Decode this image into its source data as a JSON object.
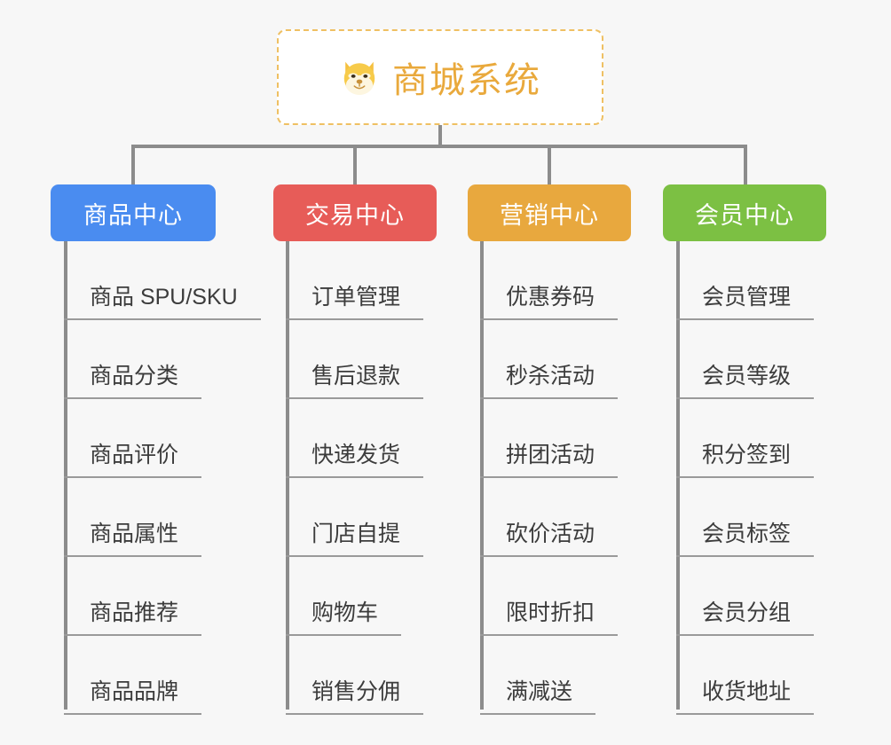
{
  "page": {
    "background_color": "#f7f7f7",
    "line_color": "#8c8c8c"
  },
  "root": {
    "icon": "shiba-dog-face-icon",
    "title": "商城系统",
    "title_color": "#e9a93c",
    "border_color": "#efc063",
    "background_color": "#ffffff"
  },
  "branches": [
    {
      "label": "商品中心",
      "color": "#4a8cf0",
      "items": [
        "商品 SPU/SKU",
        "商品分类",
        "商品评价",
        "商品属性",
        "商品推荐",
        "商品品牌"
      ]
    },
    {
      "label": "交易中心",
      "color": "#e75c58",
      "items": [
        "订单管理",
        "售后退款",
        "快递发货",
        "门店自提",
        "购物车",
        "销售分佣"
      ]
    },
    {
      "label": "营销中心",
      "color": "#e8a83e",
      "items": [
        "优惠券码",
        "秒杀活动",
        "拼团活动",
        "砍价活动",
        "限时折扣",
        "满减送"
      ]
    },
    {
      "label": "会员中心",
      "color": "#7cc043",
      "items": [
        "会员管理",
        "会员等级",
        "积分签到",
        "会员标签",
        "会员分组",
        "收货地址"
      ]
    }
  ]
}
